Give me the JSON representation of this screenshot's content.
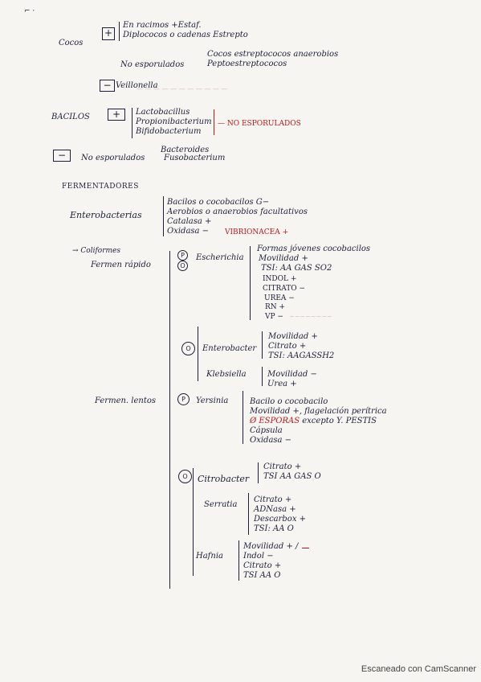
{
  "cocos": {
    "label": "Cocos",
    "plus_sign": "+",
    "minus_sign": "−",
    "line1": "En racimos +Estaf.",
    "line2": "Diplococos o cadenas Estrepto",
    "no_esp_label": "No esporulados",
    "no_esp_line1": "Cocos estreptococos anaerobios",
    "no_esp_line2": "Peptoestreptococos",
    "veillonella": "Veillonella"
  },
  "bacilos": {
    "label": "BACILOS",
    "plus_sign": "+",
    "minus_sign": "−",
    "items": [
      "Lactobacillus",
      "Propionibacterium",
      "Bifidobacterium"
    ],
    "note": "NO ESPORULADOS",
    "bacteroides": "Bacteroides",
    "no_esp_label": "No esporulados",
    "fusobacterium": "Fusobacterium"
  },
  "fermentadores": {
    "title": "FERMENTADORES",
    "entero_label": "Enterobacterias",
    "entero_props": [
      "Bacilos o cocobacilos G−",
      "Aerobios o anaerobios facultativos",
      "Catalasa +"
    ],
    "oxidasa": "Oxidasa −",
    "vibrio": "VIBRIONACEA +"
  },
  "coliformes": {
    "label": "Coliformes",
    "fermen_rapido": "Fermen rápido",
    "escherichia": {
      "name": "Escherichia",
      "marks": [
        "P",
        "O"
      ],
      "props": [
        "Formas jóvenes cocobacilos",
        "Movilidad +",
        "TSI: AA GAS",
        "INDOL +",
        "CITRATO −",
        "UREA −",
        "RN +",
        "VP −"
      ],
      "so2": "SO2"
    },
    "enterobacter": {
      "name": "Enterobacter",
      "mark": "O",
      "props": [
        "Movilidad +",
        "Citrato +",
        "TSI: AAGASSH2"
      ]
    },
    "klebsiella": {
      "name": "Klebsiella",
      "props": [
        "Movilidad −",
        "Urea +"
      ]
    }
  },
  "lentos": {
    "label": "Fermen. lentos",
    "yersinia": {
      "name": "Yersinia",
      "mark": "P",
      "props": [
        "Bacilo o cocobacilo",
        "Movilidad +, flagelación perítrica",
        "Cápsula",
        "Oxidasa −"
      ],
      "esporas": "Ø ESPORAS",
      "esporas_rest": "excepto Y. PESTIS"
    },
    "citrobacter": {
      "name": "Citrobacter",
      "mark": "O",
      "props": [
        "Citrato +",
        "TSI AA GAS O"
      ]
    },
    "serratia": {
      "name": "Serratia",
      "props": [
        "Citrato +",
        "ADNasa +",
        "Descarbox +",
        "TSI: AA O"
      ]
    },
    "hafnia": {
      "name": "Hafnia",
      "props": [
        "Movilidad + /",
        "Indol −",
        "Citrato +",
        "TSI AA O"
      ]
    }
  },
  "footer": "Escaneado con CamScanner",
  "colors": {
    "ink": "#1e1f3a",
    "red": "#c01818",
    "paper": "#f6f5f2"
  }
}
